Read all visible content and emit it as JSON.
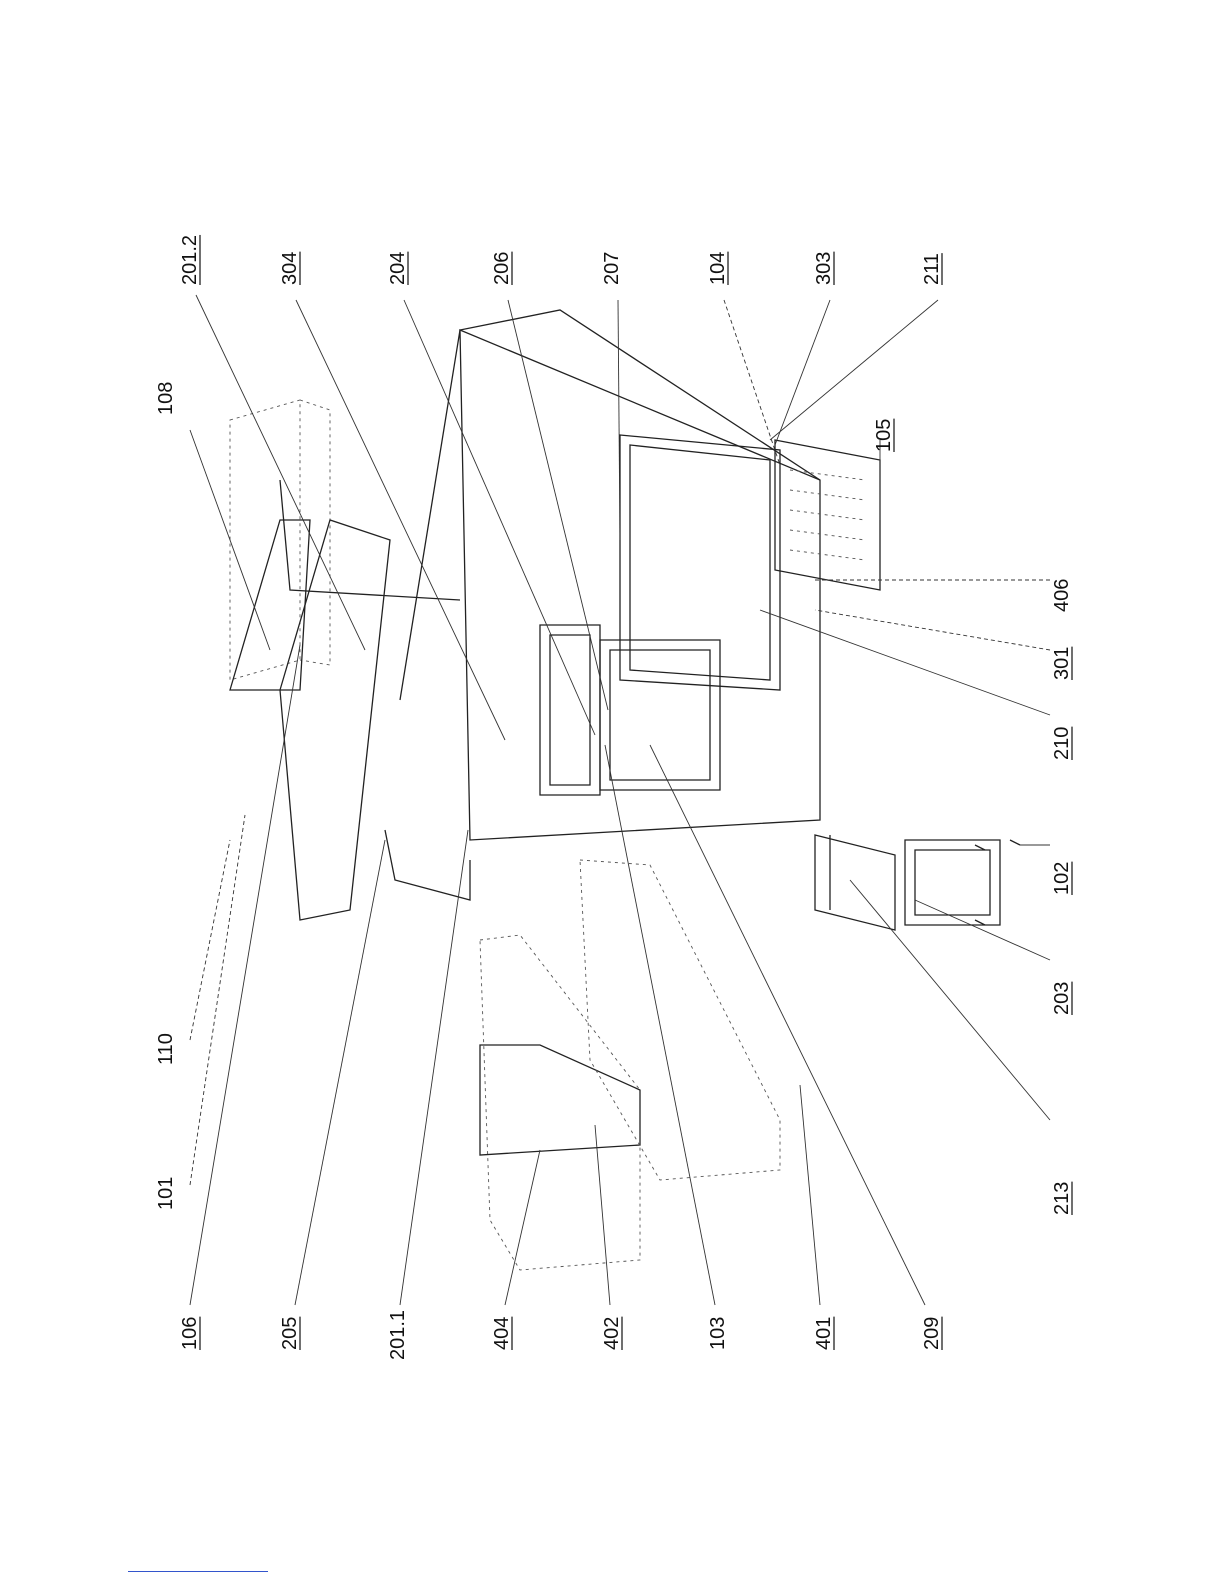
{
  "diagram": {
    "callouts_top": [
      {
        "label": "201.2",
        "underline": true
      },
      {
        "label": "304",
        "underline": true
      },
      {
        "label": "204",
        "underline": true
      },
      {
        "label": "206",
        "underline": true
      },
      {
        "label": "207",
        "underline": false
      },
      {
        "label": "104",
        "underline": true
      },
      {
        "label": "303",
        "underline": true
      },
      {
        "label": "211",
        "underline": true
      }
    ],
    "callouts_left": [
      {
        "label": "108",
        "underline": false
      },
      {
        "label": "110",
        "underline": false
      },
      {
        "label": "101",
        "underline": false
      },
      {
        "label": "105",
        "underline": true
      }
    ],
    "callouts_bottom": [
      {
        "label": "106",
        "underline": true
      },
      {
        "label": "205",
        "underline": true
      },
      {
        "label": "201.1",
        "underline": false
      },
      {
        "label": "404",
        "underline": true
      },
      {
        "label": "402",
        "underline": true
      },
      {
        "label": "103",
        "underline": false
      },
      {
        "label": "401",
        "underline": true
      },
      {
        "label": "209",
        "underline": true
      }
    ],
    "callouts_inner": [
      {
        "label": "406",
        "underline": false
      },
      {
        "label": "301",
        "underline": true
      },
      {
        "label": "210",
        "underline": true
      },
      {
        "label": "102",
        "underline": true
      },
      {
        "label": "203",
        "underline": true
      },
      {
        "label": "213",
        "underline": true
      }
    ],
    "colors": {
      "line": "#222222",
      "footer_rule": "#3355cc"
    }
  }
}
